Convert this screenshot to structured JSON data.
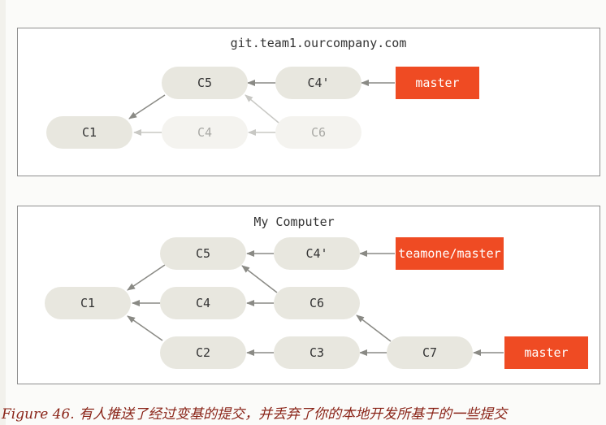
{
  "server": {
    "title": "git.team1.ourcompany.com",
    "nodes": {
      "c1": "C1",
      "c5": "C5",
      "c4": "C4",
      "c4p": "C4'",
      "c6": "C6"
    },
    "ref": "master"
  },
  "local": {
    "title": "My Computer",
    "nodes": {
      "c1": "C1",
      "c5": "C5",
      "c4p": "C4'",
      "c4": "C4",
      "c6": "C6",
      "c2": "C2",
      "c3": "C3",
      "c7": "C7"
    },
    "refs": {
      "teamone_master": "teamone/master",
      "master": "master"
    }
  },
  "caption": {
    "label": "Figure 46.",
    "text": " 有人推送了经过变基的提交，并丢弃了你的本地开发所基于的一些提交"
  },
  "colors": {
    "node_fill": "#e8e7df",
    "node_faded_fill": "#f4f3ef",
    "ref_fill": "#ef4b23",
    "arrow": "#8a8a85",
    "arrow_faded": "#c8c8c4",
    "caption": "#8a2418"
  }
}
